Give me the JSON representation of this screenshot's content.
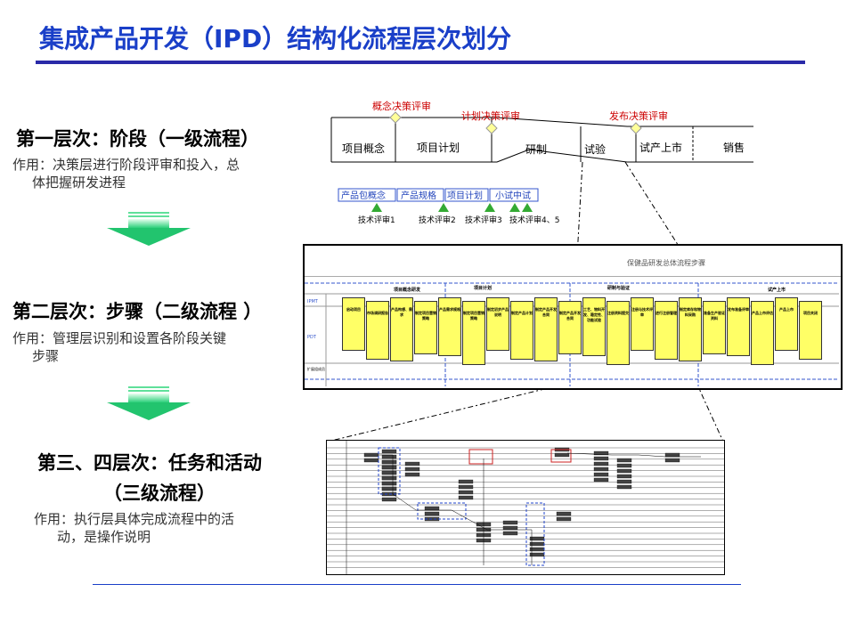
{
  "title": "集成产品开发（IPD）结构化流程层次划分",
  "levels": [
    {
      "title": "第一层次：阶段（一级流程）",
      "desc_line1": "作用：决策层进行阶段评审和投入，总",
      "desc_line2": "体把握研发进程"
    },
    {
      "title": "第二层次：步骤（二级流程 ）",
      "desc_line1": "作用：管理层识别和设置各阶段关键",
      "desc_line2": "步骤"
    },
    {
      "title": "第三、四层次：任务和活动",
      "title2": "（三级流程）",
      "desc_line1": "作用：执行层具体完成流程中的活",
      "desc_line2": "动，是操作说明"
    }
  ],
  "phase_diagram": {
    "decision_reviews": [
      "概念决策评审",
      "计划决策评审",
      "发布决策评审"
    ],
    "phases": [
      "项目概念",
      "项目计划",
      "研制",
      "试验",
      "试产上市",
      "销售"
    ],
    "sub_boxes": [
      "产品包概念",
      "产品规格",
      "项目计划",
      "小试中试"
    ],
    "tech_reviews": [
      "技术评审1",
      "技术评审2",
      "技术评审3",
      "技术评审4、5"
    ],
    "review_color": "#cc0000",
    "diamond_color": "#ffff99",
    "triangle_color": "#33aa33"
  },
  "step_diagram": {
    "title": "保健品研发总体流程步骤",
    "row_labels": [
      "IPMT",
      "PDT",
      "扩展组成员"
    ],
    "stage_headers": [
      "项目概念研发",
      "项目计划",
      "研制与验证",
      "试产上市"
    ],
    "steps": [
      "启动项目",
      "市场调研报告",
      "产品构想、需求",
      "制定项目营销策略",
      "产品需求规格",
      "制定项目营销策略",
      "制定初步产品说明",
      "制定产品计划",
      "制定产品开发合同",
      "制定产品开发合同",
      "工艺、物料开发、稳定性、功能试验",
      "注册资料提交",
      "注册与技术评审",
      "进行注册管理",
      "制定库存和物料采购",
      "准备生产验证资料",
      "发布准备评审",
      "产品上市评估",
      "产品上市",
      "项目关闭"
    ],
    "step_fill": "#ffff66"
  }
}
